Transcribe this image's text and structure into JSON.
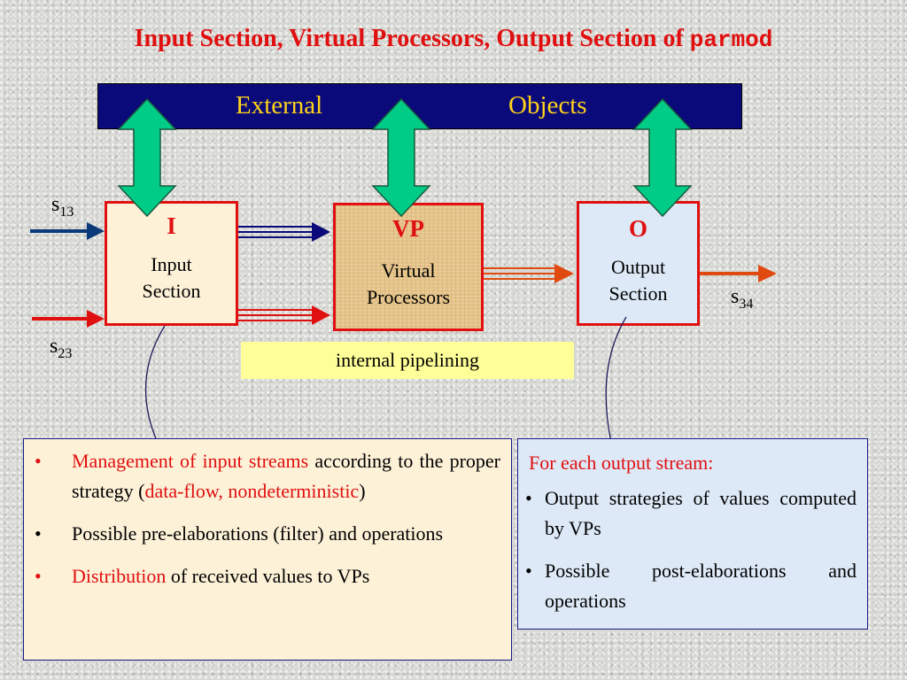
{
  "title": {
    "main": "Input Section, Virtual Processors, Output Section of",
    "code": "parmod"
  },
  "external_objects": {
    "word1": "External",
    "word2": "Objects"
  },
  "boxes": {
    "input": {
      "letter": "I",
      "line1": "Input",
      "line2": "Section"
    },
    "vp": {
      "letter": "VP",
      "line1": "Virtual",
      "line2": "Processors"
    },
    "output": {
      "letter": "O",
      "line1": "Output",
      "line2": "Section"
    }
  },
  "streams": {
    "s13": {
      "base": "s",
      "sub": "13"
    },
    "s23": {
      "base": "s",
      "sub": "23"
    },
    "s34": {
      "base": "s",
      "sub": "34"
    }
  },
  "pipeline_label": "internal pipelining",
  "left_panel": {
    "item1_red1": "Management of input streams",
    "item1_text1": " according to the proper strategy (",
    "item1_red2": "data-flow, nondeterministic",
    "item1_text2": ")",
    "item2": "Possible pre-elaborations (filter) and operations",
    "item3_red": "Distribution",
    "item3_text": " of received values to VPs"
  },
  "right_panel": {
    "heading": "For each output stream:",
    "item1": "Output strategies of values computed by VPs",
    "item2": "Possible post-elaborations and operations"
  },
  "colors": {
    "title_red": "#e01010",
    "bar_navy": "#0a0a7a",
    "bar_text": "#ffd21a",
    "arrow_green": "#00cc88",
    "arrow_navy": "#0a3a7a",
    "arrow_red": "#e01010",
    "arrow_orange": "#e04a10",
    "pipeline_bg": "#ffff99",
    "input_bg": "#fdf1d8",
    "output_bg": "#dde9f7"
  },
  "icons": {
    "external_arrow": "double-headed-vertical-arrow-icon",
    "stream_arrow": "right-arrow-icon"
  }
}
